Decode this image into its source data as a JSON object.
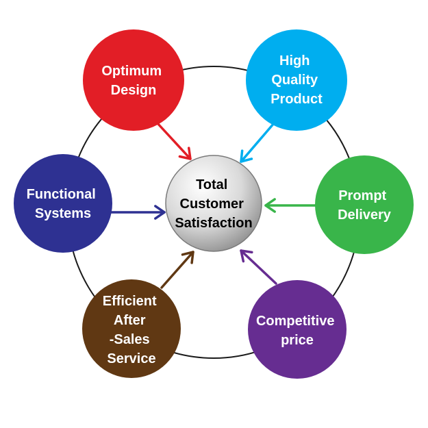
{
  "center": {
    "lines": [
      "Total",
      "Customer",
      "Satisfaction"
    ]
  },
  "nodes": [
    {
      "id": "optimum-design",
      "lines": [
        "Optimum",
        "Design"
      ],
      "color": "#e21e26"
    },
    {
      "id": "high-quality-product",
      "lines": [
        "High",
        "Quality",
        "Product"
      ],
      "color": "#00aeef"
    },
    {
      "id": "prompt-delivery",
      "lines": [
        "Prompt",
        "Delivery"
      ],
      "color": "#39b54a"
    },
    {
      "id": "competitive-price",
      "lines": [
        "Competitive",
        "price"
      ],
      "color": "#662d91"
    },
    {
      "id": "efficient-after-sales-service",
      "lines": [
        "Efficient",
        "After",
        "-Sales",
        "Service"
      ],
      "color": "#603813"
    },
    {
      "id": "functional-systems",
      "lines": [
        "Functional",
        "Systems"
      ],
      "color": "#2e3192"
    }
  ],
  "colors": {
    "ring": "#1a1a1a",
    "center_light": "#ffffff",
    "center_dark": "#8c8c8c"
  }
}
